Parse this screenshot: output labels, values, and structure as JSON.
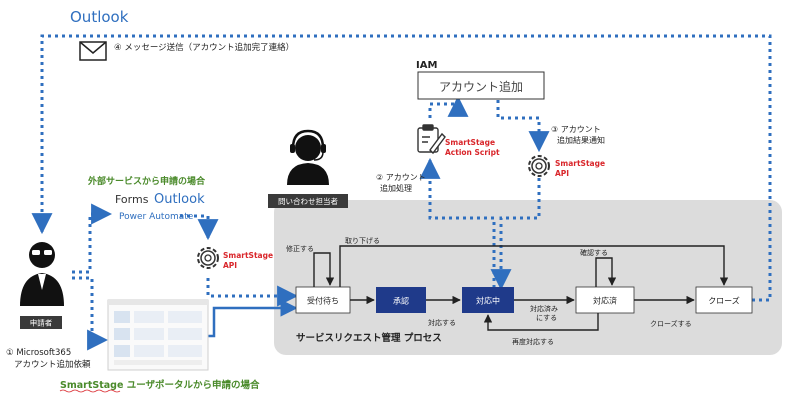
{
  "colors": {
    "blue": "#2f6fbf",
    "navy": "#1f3a8a",
    "green": "#4a8a2a",
    "red": "#d9262b",
    "process_bg": "#dcdcdc",
    "dark": "#222222"
  },
  "labels": {
    "outlook_top": "Outlook",
    "msg_step": "④ メッセージ送信（アカウント追加完了連絡）",
    "iam_title": "IAM",
    "account_add_box": "アカウント追加",
    "action_script_1": "SmartStage",
    "action_script_2": "Action Script",
    "step2_line1": "② アカウント",
    "step2_line2": "追加処理",
    "step3_line1": "③ アカウント",
    "step3_line2": "追加結果通知",
    "api_right_1": "SmartStage",
    "api_right_2": "API",
    "operator_badge": "問い合わせ担当者",
    "external_title": "外部サービスから申請の場合",
    "forms": "Forms",
    "outlook_mid": "Outlook",
    "power_automate": "Power Automate",
    "api_left_1": "SmartStage",
    "api_left_2": "API",
    "requester_badge": "申請者",
    "step1_line1": "① Microsoft365",
    "step1_line2": "アカウント追加依頼",
    "portal_title": "SmartStage ユーザポータルから申請の場合",
    "process_title": "サービスリクエスト管理 プロセス"
  },
  "process": {
    "states": {
      "waiting": "受付待ち",
      "approval": "承認",
      "in_progress": "対応中",
      "done": "対応済",
      "closed": "クローズ"
    },
    "transitions": {
      "fix": "修正する",
      "withdraw": "取り下げる",
      "respond": "対応する",
      "finished_1": "対応済み",
      "finished_2": "にする",
      "confirm": "確認する",
      "close": "クローズする",
      "re_respond": "再度対応する"
    }
  },
  "icons": [
    "envelope-icon",
    "clipboard-icon",
    "gear-icon",
    "operator-headset-icon",
    "requester-person-icon",
    "portal-screenshot-thumbnail"
  ]
}
